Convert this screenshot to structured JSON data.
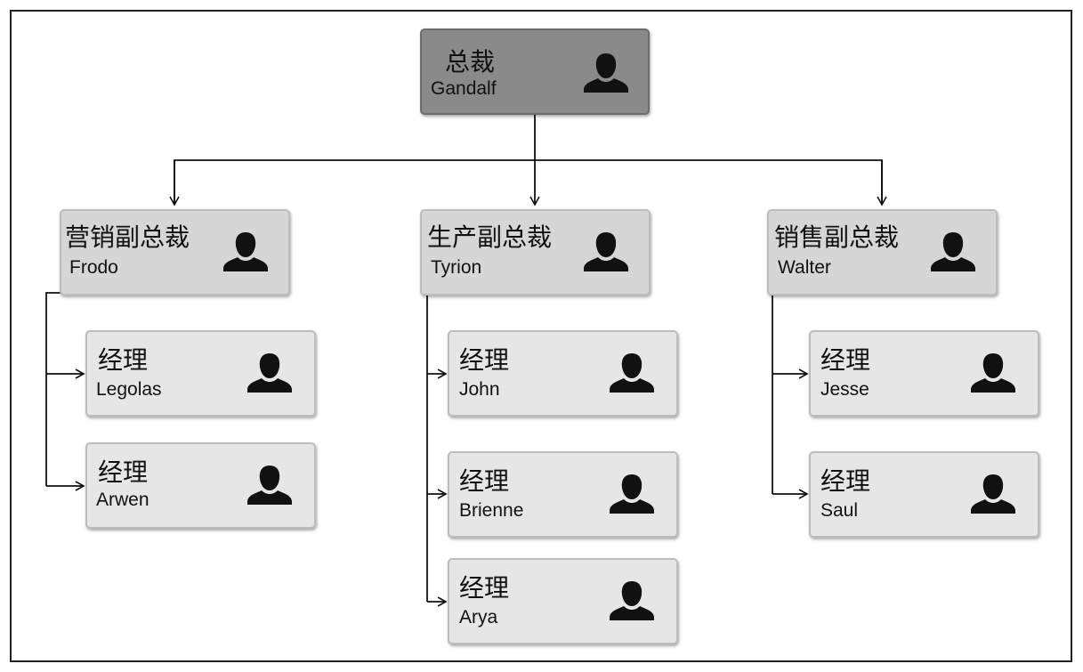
{
  "org": {
    "ceo": {
      "title": "总裁",
      "name": "Gandalf"
    },
    "vps": [
      {
        "title": "营销副总裁",
        "name": "Frodo",
        "managers": [
          {
            "title": "经理",
            "name": "Legolas"
          },
          {
            "title": "经理",
            "name": "Arwen"
          }
        ]
      },
      {
        "title": "生产副总裁",
        "name": "Tyrion",
        "managers": [
          {
            "title": "经理",
            "name": "John"
          },
          {
            "title": "经理",
            "name": "Brienne"
          },
          {
            "title": "经理",
            "name": "Arya"
          }
        ]
      },
      {
        "title": "销售副总裁",
        "name": "Walter",
        "managers": [
          {
            "title": "经理",
            "name": "Jesse"
          },
          {
            "title": "经理",
            "name": "Saul"
          }
        ]
      }
    ]
  },
  "icon": "person-silhouette-icon",
  "colors": {
    "ceo_fill": "#8a8a8a",
    "vp_fill": "#d6d6d6",
    "manager_fill": "#e6e6e6",
    "line": "#111111"
  }
}
